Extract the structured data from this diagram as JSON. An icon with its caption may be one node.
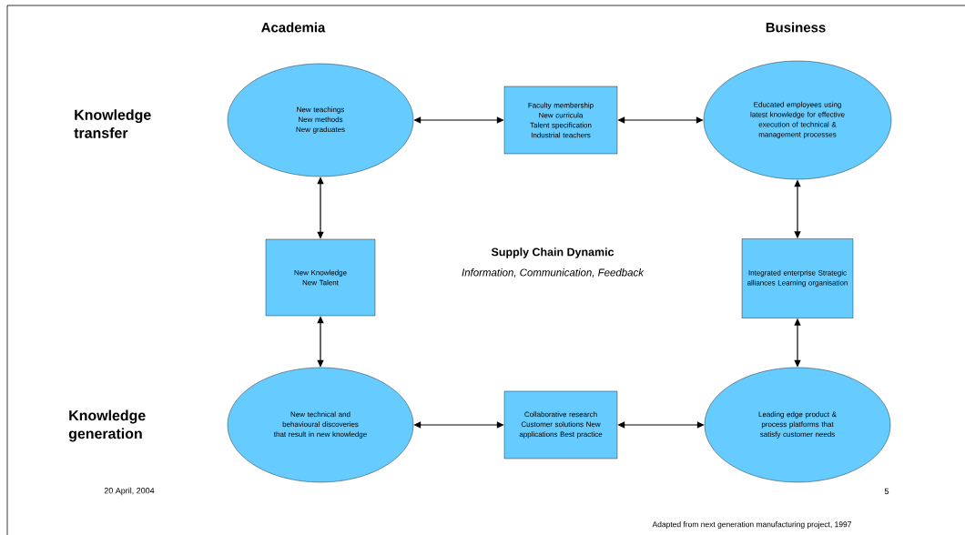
{
  "diagram": {
    "nodes": [
      {
        "text": [
          "New teachings New methods New graduates"
        ]
      },
      {
        "text": [
          "Faculty membership New curricula Talent specification Industrial teachers"
        ]
      },
      {
        "text": [
          "Educated employees using latest knowledge for effective execution of technical & management processes"
        ]
      },
      {
        "text": [
          "New Knowledge New Talent"
        ]
      },
      {
        "text": [
          "Integrated enterprise Strategic alliances Learning organisation"
        ]
      },
      {
        "text": [
          "New technical and behavioural discoveries that result in new knowledge"
        ]
      },
      {
        "text": [
          "Collaborative research Customer solutions New applications Best practice"
        ]
      },
      {
        "text": [
          "Leading edge product & process platforms that satisfy customer needs"
        ]
      }
    ],
    "edges": [
      {
        "from": 0,
        "to": 1,
        "arrow": "both"
      },
      {
        "from": 1,
        "to": 2,
        "arrow": "both"
      },
      {
        "from": 0,
        "to": 3,
        "arrow": "both"
      },
      {
        "from": 3,
        "to": 5,
        "arrow": "both"
      },
      {
        "from": 2,
        "to": 4,
        "arrow": "both"
      },
      {
        "from": 4,
        "to": 7,
        "arrow": "both"
      },
      {
        "from": 5,
        "to": 6,
        "arrow": "both"
      },
      {
        "from": 6,
        "to": 7,
        "arrow": "both"
      }
    ],
    "labels": [
      "Academia",
      "Business",
      "Knowledge transfer",
      "Supply Chain Dynamic",
      "Information, Communication, Feedback",
      "Knowledge generation",
      "20 April, 2004",
      "5",
      "Adapted from next generation manufacturing project, 1997"
    ]
  }
}
